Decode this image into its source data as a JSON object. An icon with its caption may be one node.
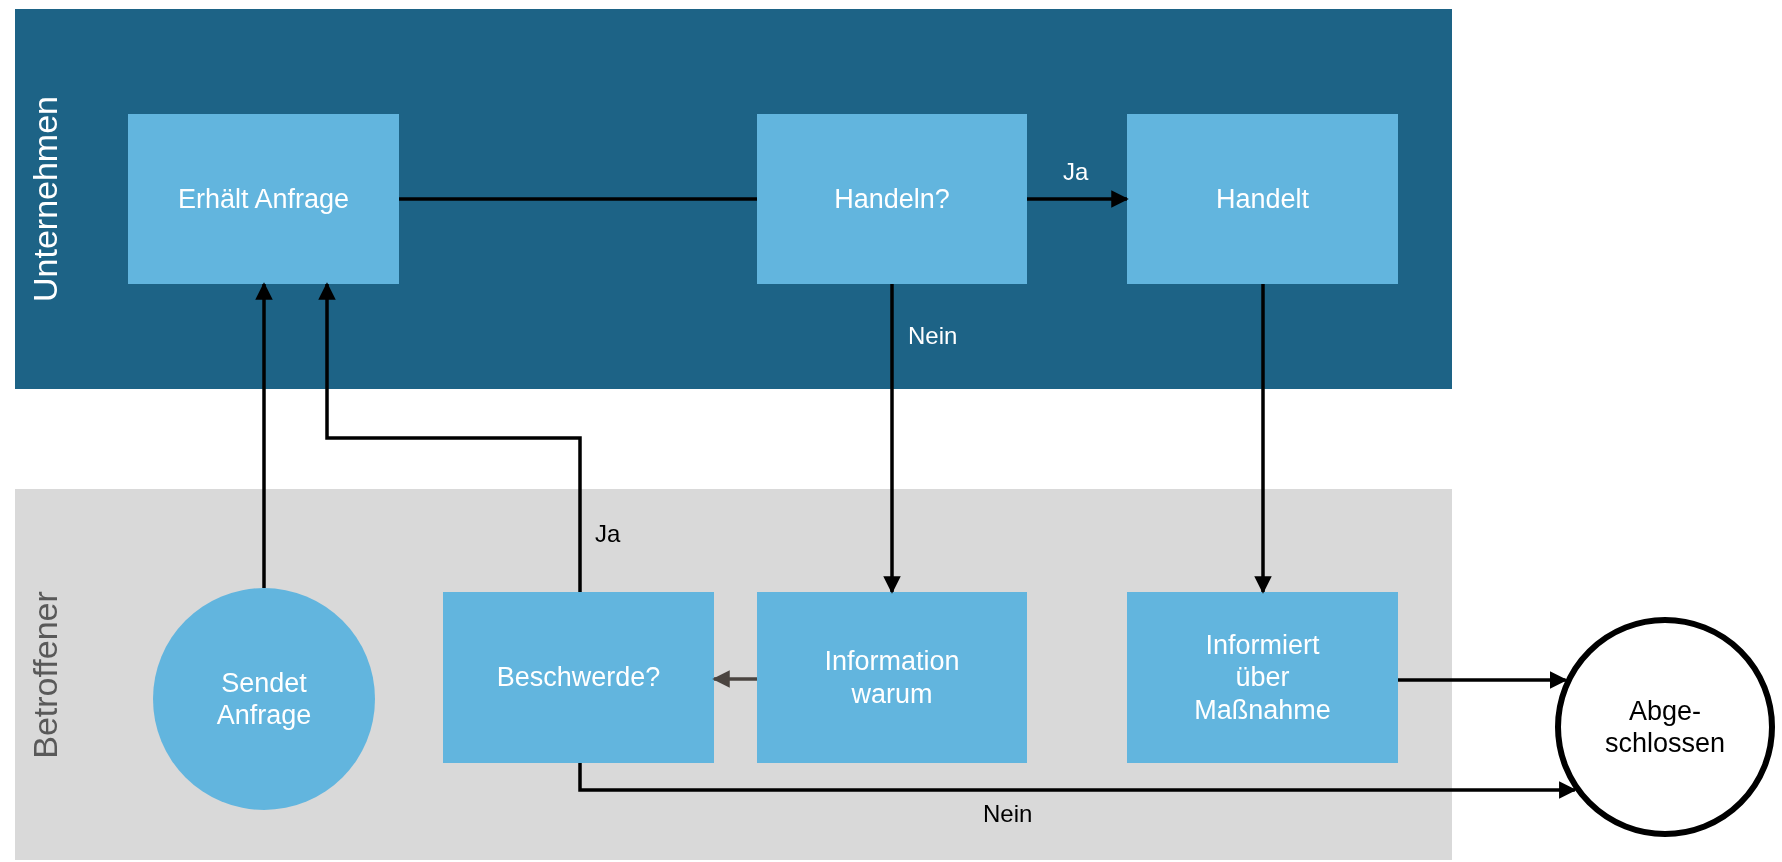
{
  "diagram": {
    "nodes": [
      {
        "text": [
          "Unternehmen"
        ]
      },
      {
        "text": [
          "Erhält Anfrage"
        ],
        "in": 0
      },
      {
        "text": [
          "Handeln?"
        ],
        "in": 0
      },
      {
        "text": [
          "Handelt"
        ],
        "in": 0
      },
      {
        "text": [
          "Betroffener"
        ]
      },
      {
        "text": [
          "Sendet Anfrage"
        ],
        "in": 4
      },
      {
        "text": [
          "Beschwerde?"
        ],
        "in": 4
      },
      {
        "text": [
          "Information warum"
        ],
        "in": 4
      },
      {
        "text": [
          "Informiert über Maßnahme"
        ],
        "in": 4
      },
      {
        "text": [
          "Abge- schlossen"
        ]
      }
    ],
    "edges": [
      {
        "from": 5,
        "to": 1,
        "arrow": "to"
      },
      {
        "from": 1,
        "to": 2,
        "arrow": "none"
      },
      {
        "from": 2,
        "to": 3,
        "arrow": "to",
        "label": "Ja"
      },
      {
        "from": 2,
        "to": 7,
        "arrow": "to",
        "label": "Nein"
      },
      {
        "from": 3,
        "to": 8,
        "arrow": "to"
      },
      {
        "from": 7,
        "to": 6,
        "arrow": "to",
        "color": "#4a4440"
      },
      {
        "from": 6,
        "to": 1,
        "arrow": "to",
        "label": "Ja"
      },
      {
        "from": 6,
        "to": 9,
        "arrow": "to",
        "label": "Nein"
      },
      {
        "from": 8,
        "to": 9,
        "arrow": "to"
      }
    ]
  }
}
